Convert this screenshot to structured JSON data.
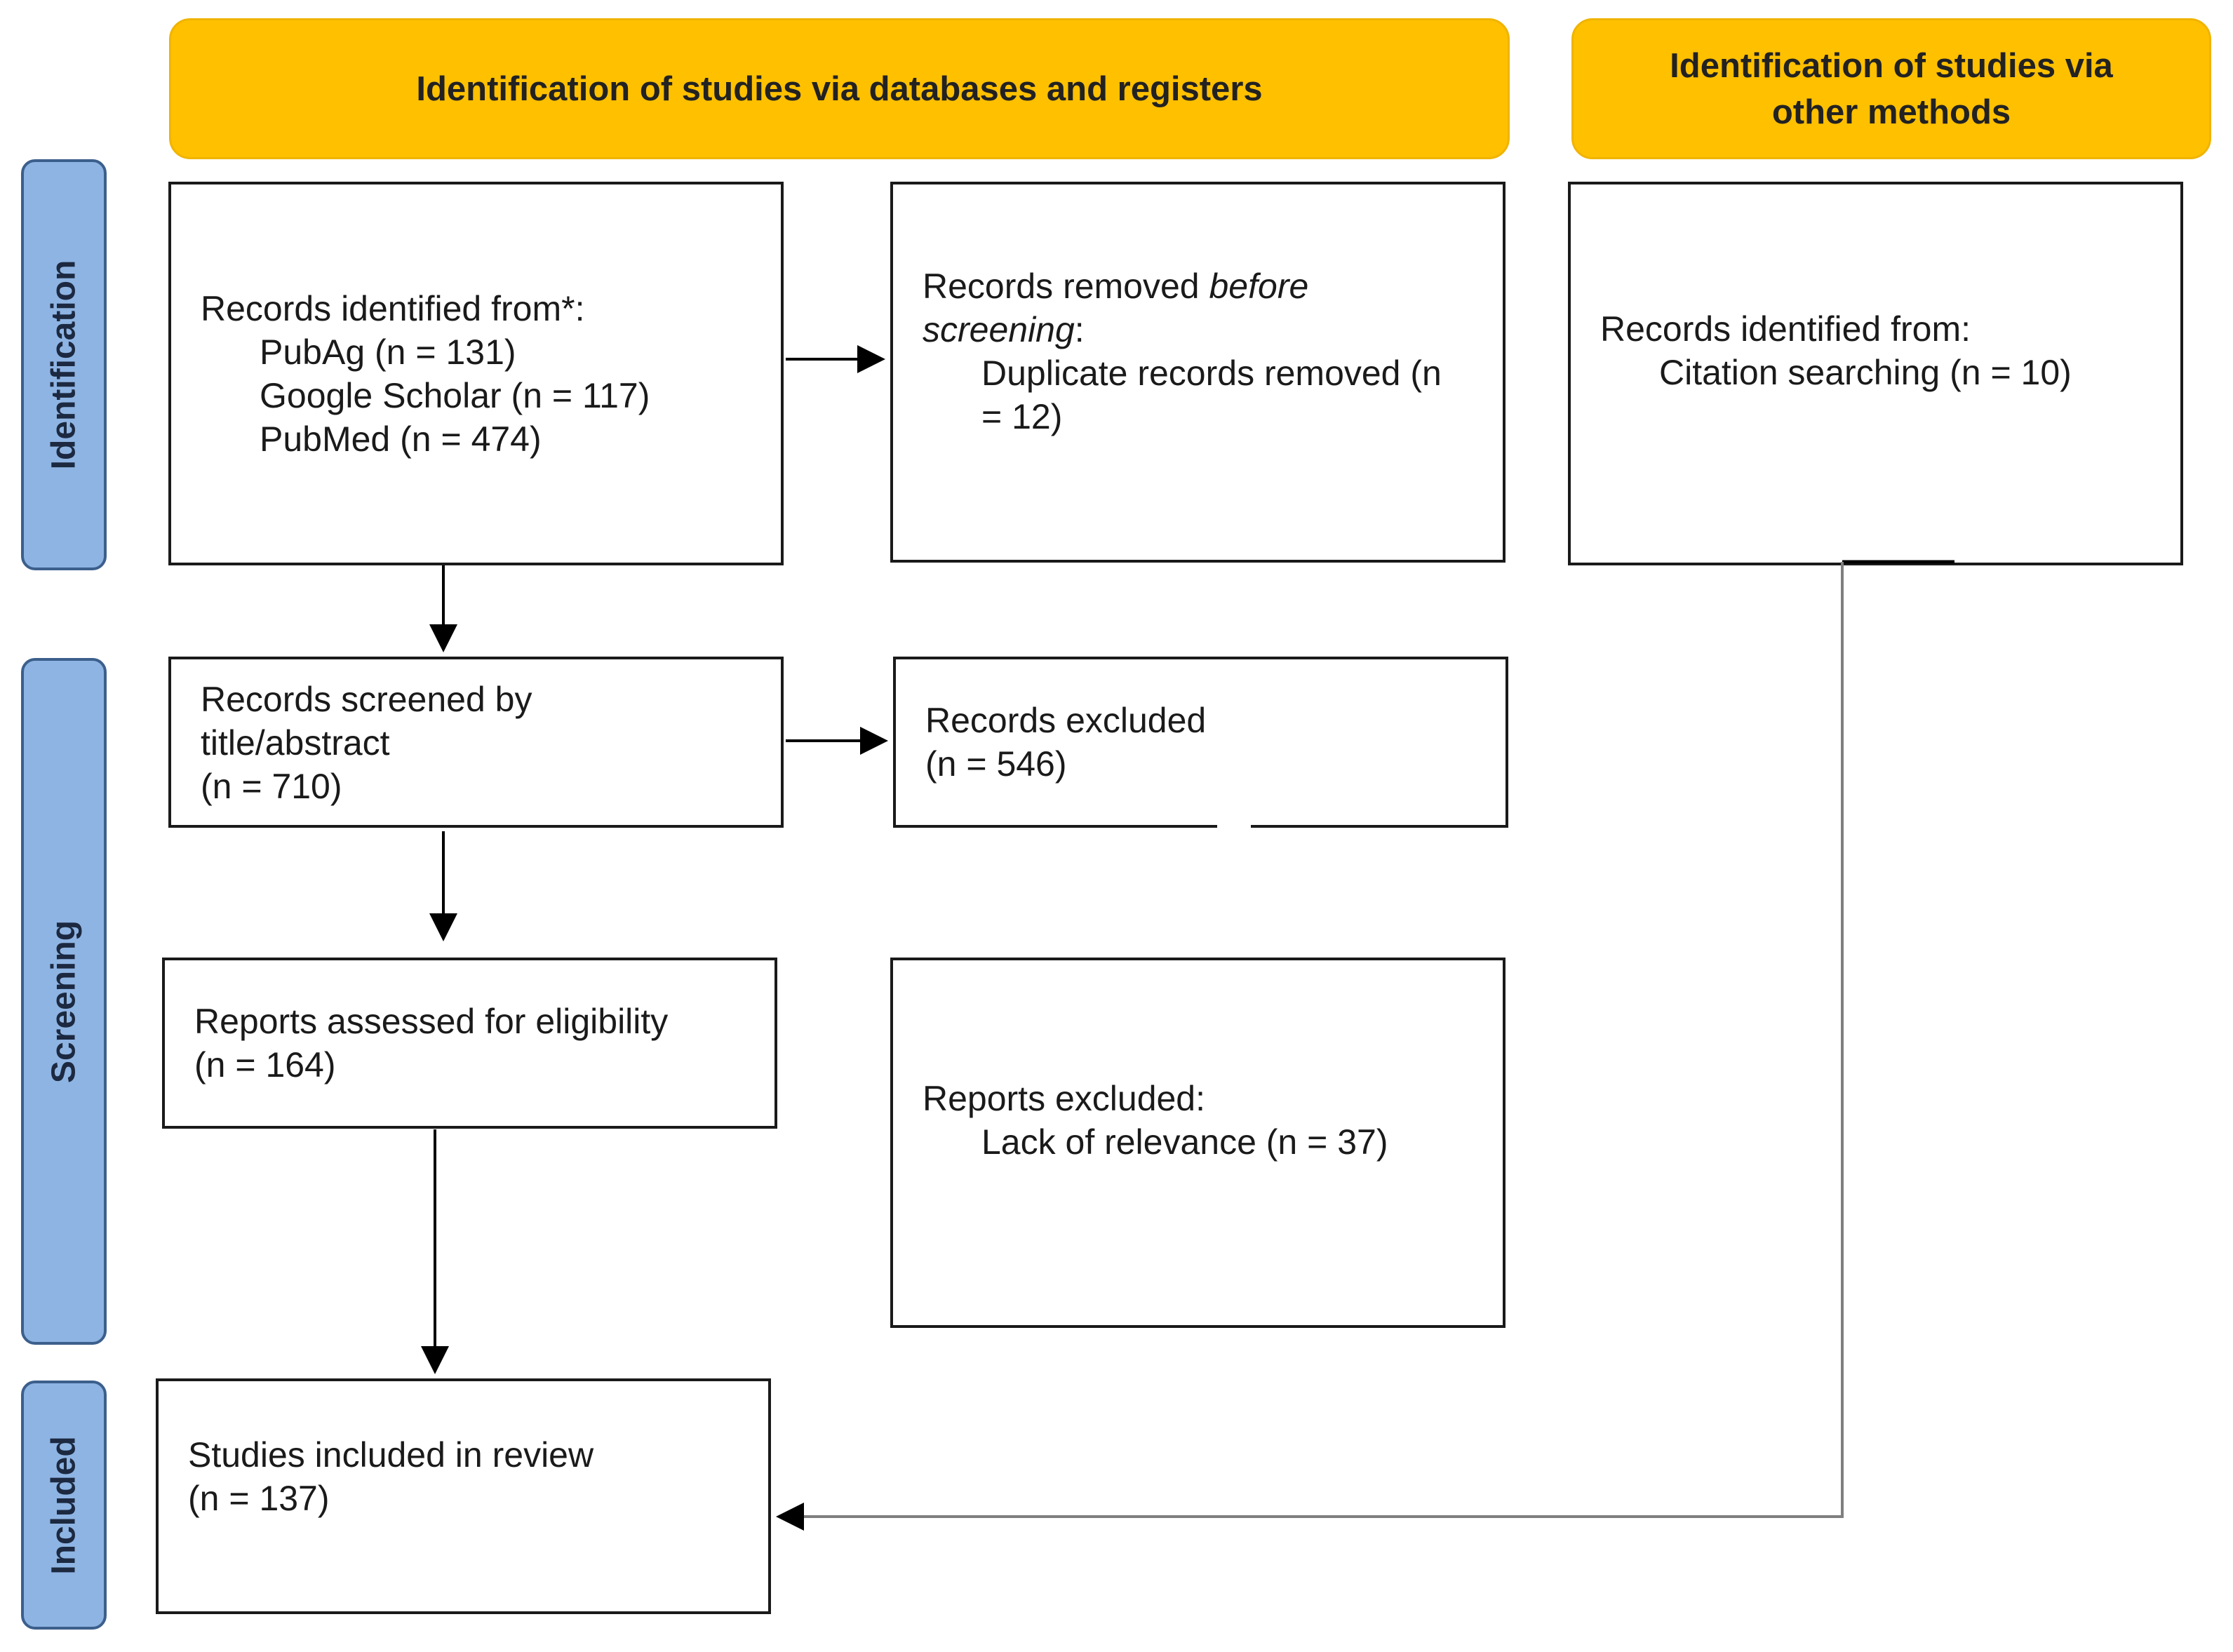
{
  "headers": {
    "databases": "Identification of studies via databases and registers",
    "other_line1": "Identification of studies via",
    "other_line2": "other methods"
  },
  "phases": {
    "identification": "Identification",
    "screening": "Screening",
    "included": "Included"
  },
  "boxes": {
    "records_identified": {
      "title": "Records identified from*:",
      "lines": [
        "PubAg (n = 131)",
        "Google Scholar (n = 117)",
        "PubMed (n = 474)"
      ]
    },
    "records_removed": {
      "title_prefix": "Records removed ",
      "title_italic1": "before",
      "title_italic2": "screening",
      "title_suffix": ":",
      "line1": "Duplicate records removed (n",
      "line2": "= 12)"
    },
    "other_records": {
      "title": "Records identified from:",
      "line1": "Citation searching (n = 10)"
    },
    "records_screened": {
      "line1": "Records screened by",
      "line2": "title/abstract",
      "line3": "(n = 710)"
    },
    "records_excluded": {
      "line1": "Records excluded",
      "line2": "(n = 546)"
    },
    "reports_assessed": {
      "line1": "Reports assessed for eligibility",
      "line2": "(n = 164)"
    },
    "reports_excluded": {
      "title": "Reports excluded:",
      "line1": "Lack of relevance (n = 37)"
    },
    "studies_included": {
      "line1": "Studies included in review",
      "line2": "(n = 137)"
    }
  },
  "colors": {
    "header_fill": "#ffc000",
    "phase_fill": "#8eb4e3",
    "phase_border": "#3c5f8c",
    "box_border": "#1a1a1a",
    "connector_gray": "#7f7f7f"
  }
}
